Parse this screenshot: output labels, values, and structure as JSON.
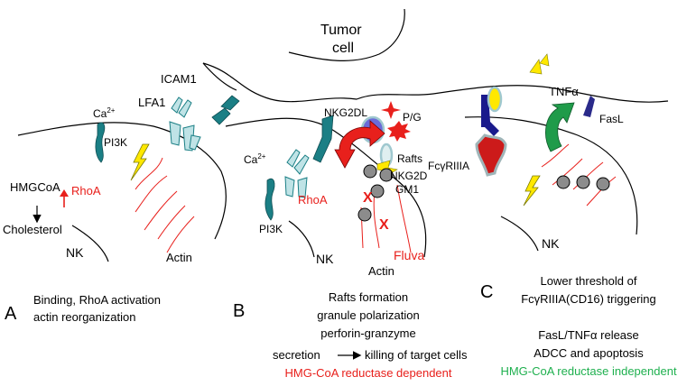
{
  "cells": {
    "tumor": "Tumor\ncell",
    "nk": "NK"
  },
  "molecules": {
    "icam1": "ICAM1",
    "lfa1": "LFA1",
    "ca": "Ca",
    "ca_sup": "2+",
    "pi3k": "PI3K",
    "hmgcoa": "HMGCoA",
    "rhoa": "RhoA",
    "cholesterol": "Cholesterol",
    "actin": "Actin",
    "nkg2dl": "NKG2DL",
    "pg": "P/G",
    "rafts": "Rafts",
    "nkg2d": "NKG2D",
    "gm1": "GM1",
    "fluva": "Fluva",
    "fcgr": "FcγRIIIA",
    "tnfa": "TNFα",
    "fasl": "FasL",
    "x_mark": "X"
  },
  "panels": {
    "a": {
      "letter": "A",
      "lines": [
        "Binding, RhoA activation",
        "actin reorganization"
      ]
    },
    "b": {
      "letter": "B",
      "lines": [
        "Rafts formation",
        "granule polarization",
        "perforin-granzyme"
      ],
      "secretion": "secretion",
      "killing": "killing of target cells",
      "dependency": "HMG-CoA reductase dependent"
    },
    "c": {
      "letter": "C",
      "lines": [
        "Lower threshold of",
        "FcγRIIIA(CD16) triggering",
        "",
        "FasL/TNFα release",
        "ADCC  and apoptosis"
      ],
      "dependency": "HMG-CoA reductase independent"
    }
  },
  "colors": {
    "red": "#e8201c",
    "green": "#1fb04f",
    "teal": "#1b7f85",
    "light_teal": "#bfe3e6",
    "navy": "#1a1a8c",
    "yellow": "#ffe800",
    "gray_dot": "#8c8c8c"
  }
}
